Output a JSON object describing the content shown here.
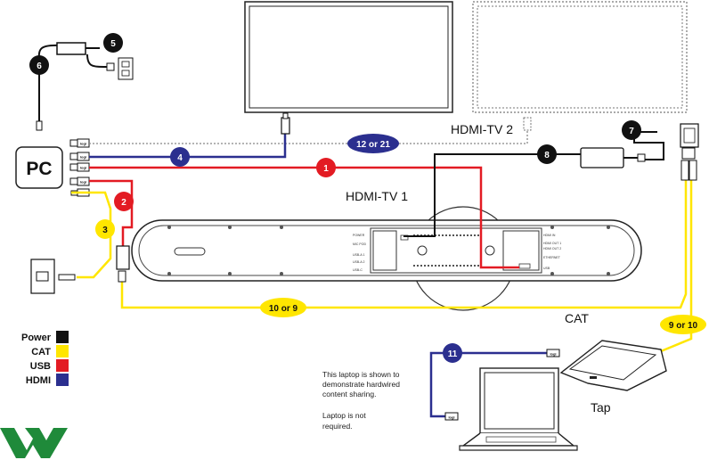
{
  "labels": {
    "pc": "PC",
    "hdmi_tv1": "HDMI-TV 1",
    "hdmi_tv2": "HDMI-TV 2",
    "cat": "CAT",
    "tap": "Tap"
  },
  "badges": {
    "b1": "1",
    "b2": "2",
    "b3": "3",
    "b4": "4",
    "b5": "5",
    "b6": "6",
    "b7": "7",
    "b8": "8",
    "b10or9": "10 or 9",
    "b11": "11",
    "b12or21": "12 or 21",
    "b9or10": "9 or 10"
  },
  "legend": [
    {
      "label": "Power",
      "color": "#111111"
    },
    {
      "label": "CAT",
      "color": "#ffe600"
    },
    {
      "label": "USB",
      "color": "#e31b23"
    },
    {
      "label": "HDMI",
      "color": "#2b2f8f"
    }
  ],
  "note": {
    "line1": "This laptop is shown to",
    "line2": "demonstrate hardwired",
    "line3": "content sharing.",
    "line4": "Laptop is not",
    "line5": "required."
  },
  "port_labels": {
    "logi": "logi",
    "power": "POWER",
    "mic_pod": "MIC POD",
    "usb_a1": "USB-A 1",
    "usb_a2": "USB-A 2",
    "usb_c": "USB-C",
    "hdmi_in": "HDMI IN",
    "hdmi_out1": "HDMI OUT 1",
    "hdmi_out2": "HDMI OUT 2",
    "ethernet": "ETHERNET",
    "usb": "USB"
  },
  "colors": {
    "power": "#111111",
    "cat": "#ffe600",
    "usb": "#e31b23",
    "hdmi": "#2b2f8f",
    "logo": "#1f8a3a"
  }
}
